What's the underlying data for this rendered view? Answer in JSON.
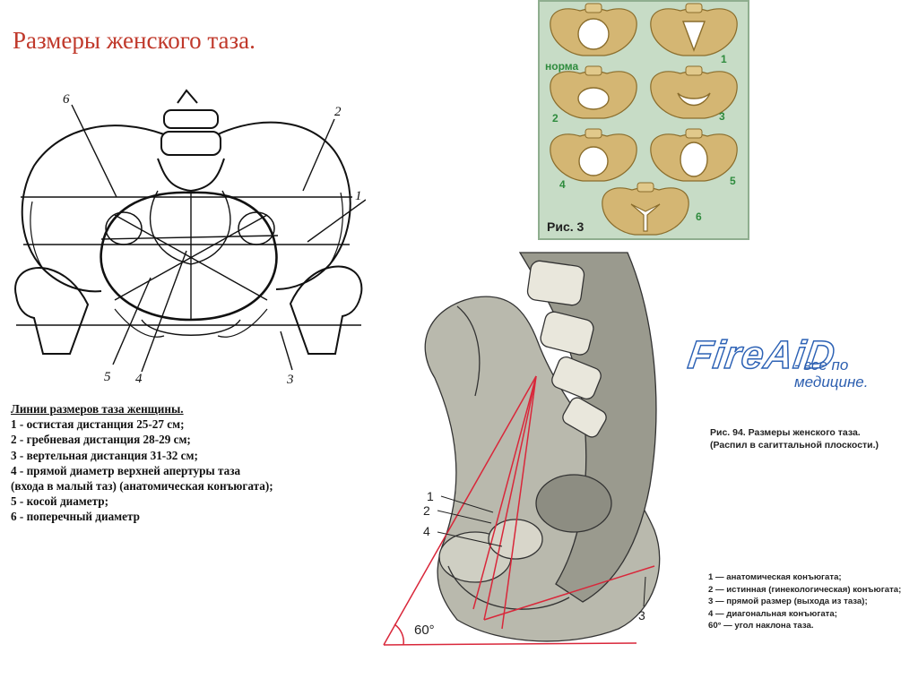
{
  "title": "Размеры женского таза.",
  "pelvis_diagram": {
    "callouts": [
      "6",
      "2",
      "1",
      "5",
      "4",
      "3"
    ]
  },
  "legend": {
    "heading": "Линии размеров таза женщины.",
    "items": [
      "1 - остистая дистанция 25-27 см;",
      "2 - гребневая дистанция 28-29 см;",
      "3 - вертельная дистанция 31-32 см;",
      "4 - прямой диаметр верхней апертуры таза",
      "(входа в малый таз) (анатомическая конъюгата);",
      "5 - косой диаметр;",
      "6 - поперечный диаметр"
    ]
  },
  "shapes_figure": {
    "labels": [
      "норма",
      "1",
      "2",
      "3",
      "4",
      "5",
      "6"
    ],
    "caption": "Рис. 3",
    "colors": {
      "bone": "#d4b673",
      "panel": "#c7dcc6",
      "label": "#2e8b3d"
    }
  },
  "sagittal_figure": {
    "callouts": [
      "1",
      "2",
      "4",
      "3"
    ],
    "angle_label": "60°",
    "line_color": "#d9273a"
  },
  "watermark": {
    "logo": "FireAiD",
    "tagline_1": "- все по",
    "tagline_2": "медицине."
  },
  "fig_caption": {
    "line1": "Рис. 94. Размеры женского таза.",
    "line2": "(Распил в сагиттальной плоскости.)"
  },
  "fig_key": [
    "1 — анатомическая   конъюгата;",
    "2 — истинная (гинекологическая) конъюгата;",
    "3 — прямой размер (выхода из таза);",
    "4 — диагональная конъюгата;",
    "60° — угол наклона таза."
  ]
}
